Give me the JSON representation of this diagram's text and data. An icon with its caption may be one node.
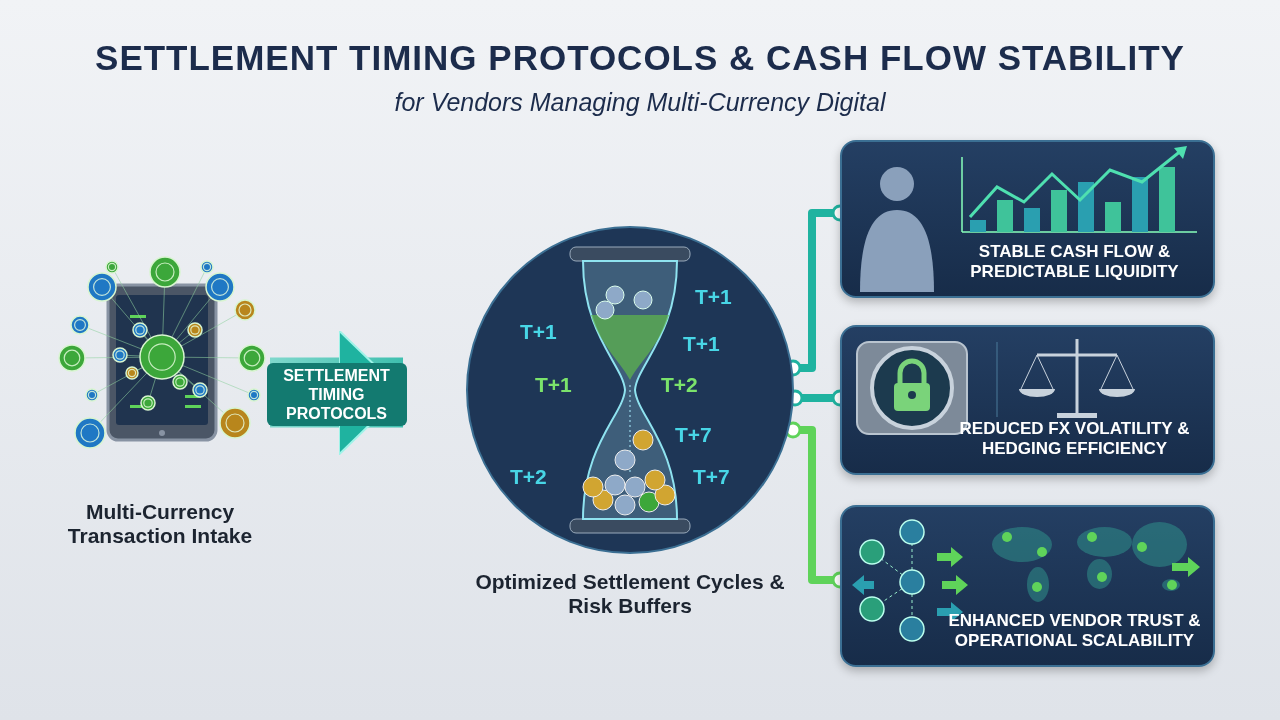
{
  "diagram": {
    "title": "SETTLEMENT TIMING PROTOCOLS & CASH FLOW STABILITY",
    "caption": "for Vendors Managing Multi-Currency Digital",
    "nodes": [
      {
        "text": [
          "Multi-Currency Transaction Intake"
        ]
      },
      {
        "text": [
          "Optimized Settlement Cycles & Risk Buffers"
        ]
      },
      {
        "text": [
          "STABLE CASH FLOW & PREDICTABLE LIQUIDITY"
        ]
      },
      {
        "text": [
          "REDUCED FX VOLATILITY & HEDGING EFFICIENCY"
        ]
      },
      {
        "text": [
          "ENHANCED VENDOR TRUST & OPERATIONAL SCALABILITY"
        ]
      }
    ],
    "edges": [
      {
        "from": 0,
        "to": 1,
        "arrow": "to",
        "label": "SETTLEMENT TIMING PROTOCOLS",
        "style": "thick"
      },
      {
        "from": 1,
        "to": 2,
        "arrow": "other"
      },
      {
        "from": 1,
        "to": 3,
        "arrow": "other"
      },
      {
        "from": 1,
        "to": 4,
        "arrow": "other",
        "color": "#5fd35a"
      }
    ],
    "labels": [
      "T+1",
      "T+1",
      "T+1",
      "T+1",
      "T+2",
      "T+7",
      "T+2",
      "T+7"
    ]
  }
}
